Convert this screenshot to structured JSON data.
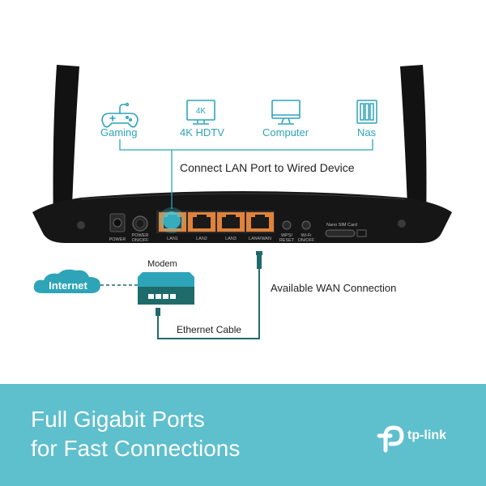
{
  "colors": {
    "accent": "#2ea4b8",
    "banner": "#5ebfcd",
    "port_orange": "#e0823a",
    "router_body": "#161616",
    "wan_line": "#1f6b6b"
  },
  "devices": [
    {
      "icon": "gamepad-icon",
      "label": "Gaming"
    },
    {
      "icon": "4k-tv-icon",
      "label": "4K HDTV",
      "screen_text": "4K"
    },
    {
      "icon": "computer-icon",
      "label": "Computer"
    },
    {
      "icon": "nas-icon",
      "label": "Nas"
    }
  ],
  "connect_label": "Connect LAN Port to Wired Device",
  "router": {
    "power_label": "POWER",
    "power_onoff_label": [
      "POWER",
      "ON/OFF"
    ],
    "ports": [
      "LAN1",
      "LAN2",
      "LAN3",
      "LAN4/WAN"
    ],
    "wps_label": [
      "WPS/",
      "RESET"
    ],
    "wifi_label": [
      "Wi-Fi",
      "ON/OFF"
    ],
    "sim_label": "Nano SIM Card"
  },
  "network": {
    "internet_label": "Internet",
    "modem_label": "Modem",
    "ethernet_label": "Ethernet Cable",
    "wan_label": "Available WAN Connection"
  },
  "banner": {
    "line1": "Full Gigabit Ports",
    "line2": "for Fast Connections"
  },
  "brand": {
    "name": "tp-link"
  }
}
